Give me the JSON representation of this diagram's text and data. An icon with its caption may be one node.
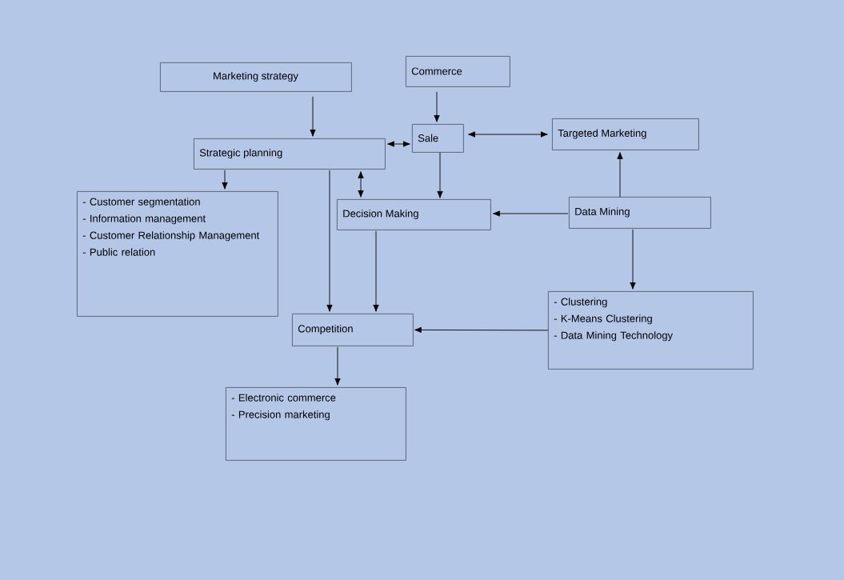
{
  "diagram": {
    "nodes": [
      {
        "text": [
          "Marketing strategy"
        ]
      },
      {
        "text": [
          "Commerce"
        ]
      },
      {
        "text": [
          "Sale"
        ]
      },
      {
        "text": [
          "Targeted Marketing"
        ]
      },
      {
        "text": [
          "Strategic planning"
        ]
      },
      {
        "text": [
          "- Customer segmentation",
          "- Information management",
          "- Customer Relationship Management",
          "- Public relation"
        ]
      },
      {
        "text": [
          "Decision Making"
        ]
      },
      {
        "text": [
          "Data Mining"
        ]
      },
      {
        "text": [
          "Competition"
        ]
      },
      {
        "text": [
          "- Clustering",
          "- K-Means Clustering",
          "- Data Mining Technology"
        ]
      },
      {
        "text": [
          "- Electronic commerce",
          "- Precision marketing"
        ]
      }
    ],
    "edges": [
      {
        "from": 0,
        "to": 4,
        "arrow": "to"
      },
      {
        "from": 1,
        "to": 2,
        "arrow": "to"
      },
      {
        "from": 4,
        "to": 2,
        "arrow": "both"
      },
      {
        "from": 2,
        "to": 3,
        "arrow": "both"
      },
      {
        "from": 4,
        "to": 5,
        "arrow": "to"
      },
      {
        "from": 4,
        "to": 6,
        "arrow": "both"
      },
      {
        "from": 2,
        "to": 6,
        "arrow": "to"
      },
      {
        "from": 7,
        "to": 6,
        "arrow": "to"
      },
      {
        "from": 7,
        "to": 3,
        "arrow": "to"
      },
      {
        "from": 4,
        "to": 8,
        "arrow": "to"
      },
      {
        "from": 6,
        "to": 8,
        "arrow": "to"
      },
      {
        "from": 7,
        "to": 9,
        "arrow": "to"
      },
      {
        "from": 9,
        "to": 8,
        "arrow": "to"
      },
      {
        "from": 8,
        "to": 10,
        "arrow": "to"
      }
    ]
  }
}
